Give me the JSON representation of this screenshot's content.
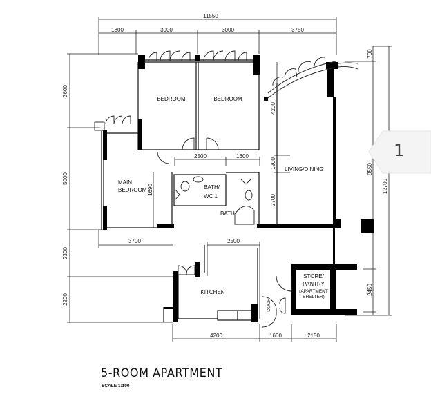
{
  "drawing": {
    "title": "5-ROOM APARTMENT",
    "scale": "SCALE 1:100",
    "page_indicator": "1"
  },
  "dimensions": {
    "top_total": "11550",
    "top_segments": [
      "1800",
      "3000",
      "3000",
      "3750"
    ],
    "left_segments": [
      "3600",
      "5000",
      "2300",
      "2200"
    ],
    "right_overall": "12700",
    "right_inner": "9550",
    "right_top_small": "700",
    "right_store": "2450",
    "inner_vertical": [
      "4200",
      "1200",
      "2700"
    ],
    "bath_top": [
      "2500",
      "1600"
    ],
    "main_bedroom_width": "3700",
    "main_bedroom_small": "1690",
    "kitchen_top": "2500",
    "bottom_segments": [
      "4200",
      "1600",
      "2150"
    ]
  },
  "rooms": {
    "bedroom_1": "BEDROOM",
    "bedroom_2": "BEDROOM",
    "main_bedroom_line1": "MAIN",
    "main_bedroom_line2": "BEDROOM",
    "bath_wc1_line1": "BATH/",
    "bath_wc1_line2": "WC 1",
    "bath_2": "BATH",
    "living_dining": "LIVING/DINING",
    "kitchen": "KITCHEN",
    "store_line1": "STORE/",
    "store_line2": "PANTRY",
    "store_line3": "(APARTMENT",
    "store_line4": "SHELTER)",
    "refuse": "DOOR"
  },
  "colors": {
    "wall": "#000000",
    "line": "#222222",
    "background": "#ffffff",
    "tab_bg": "#f4f4f4"
  }
}
